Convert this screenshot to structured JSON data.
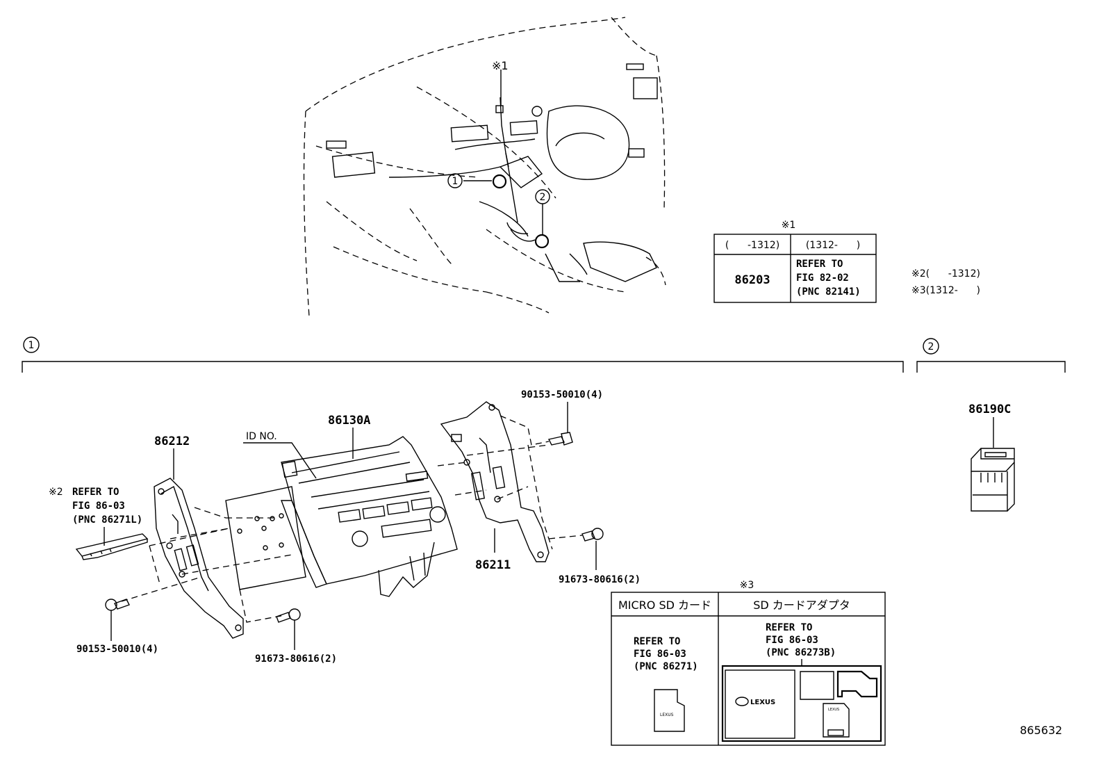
{
  "callouts": {
    "one": "1",
    "two": "2",
    "note1": "※1",
    "note2": "※2",
    "note3": "※3"
  },
  "note1_table": {
    "caption": "※1",
    "col1_header": "(      -1312)",
    "col2_header": "(1312-      )",
    "col1_value": "86203",
    "col2_line1": "REFER TO",
    "col2_line2": "FIG 82-02",
    "col2_line3": "(PNC 82141)"
  },
  "date_notes": {
    "note2": "※2(      -1312)",
    "note3": "※3(1312-      )"
  },
  "section1": {
    "label": "1",
    "parts": {
      "bracket_left": "86212",
      "unit": "86130A",
      "bracket_right": "86211",
      "id_no": "ID NO.",
      "screw_top_right": "90153-50010(4)",
      "screw_bottom_left": "90153-50010(4)",
      "screw_right": "91673-80616(2)",
      "screw_bottom_center": "91673-80616(2)"
    },
    "refer_note": {
      "mark": "※2",
      "line1": "REFER TO",
      "line2": "FIG 86-03",
      "line3": "(PNC 86271L)"
    }
  },
  "section2": {
    "label": "2",
    "part": "86190C"
  },
  "sd_table": {
    "caption": "※3",
    "col1_header": "MICRO SD カード",
    "col2_header": "SD カードアダプタ",
    "col1_line1": "REFER TO",
    "col1_line2": "FIG 86-03",
    "col1_line3": "(PNC 86271)",
    "col2_line1": "REFER TO",
    "col2_line2": "FIG 86-03",
    "col2_line3": "(PNC 86273B)",
    "brand_large": "LEXUS",
    "brand_small": "LEXUS"
  },
  "figure_number": "865632"
}
